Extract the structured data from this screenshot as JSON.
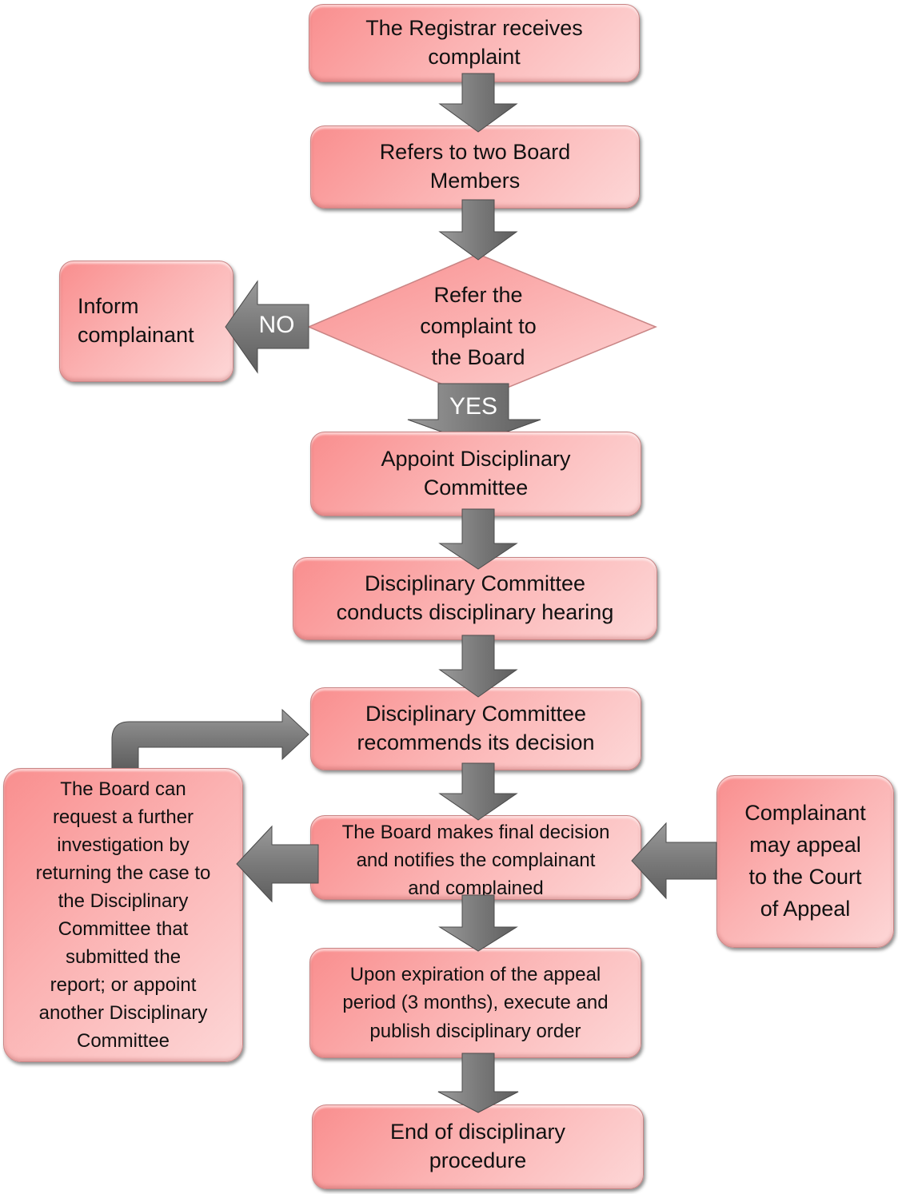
{
  "diagram": {
    "type": "flowchart",
    "colors": {
      "box_fill": "#fbb2b2",
      "box_fill_dark": "#f98e8e",
      "arrow": "#7f7f7f",
      "text": "#111111",
      "arrow_label": "#ffffff"
    },
    "nodes": {
      "receive_complaint": "The Registrar receives\ncomplaint",
      "refer_board_members": "Refers to two Board\nMembers",
      "decision": "Refer the\ncomplaint to\nthe Board",
      "inform_complainant": "Inform\ncomplainant",
      "appoint_committee": "Appoint Disciplinary\nCommittee",
      "conduct_hearing": "Disciplinary Committee\nconducts disciplinary hearing",
      "recommend_decision": "Disciplinary Committee\nrecommends its decision",
      "board_final_decision": "The Board makes final decision\nand notifies the complainant\nand complained",
      "further_investigation": "The Board can\nrequest a further\ninvestigation by\nreturning the case to\nthe Disciplinary\nCommittee that\nsubmitted the\nreport; or appoint\nanother Disciplinary\nCommittee",
      "appeal": "Complainant\nmay appeal\nto the Court\nof Appeal",
      "execute_order": "Upon expiration of the appeal\nperiod (3 months), execute and\npublish disciplinary order",
      "end": "End of disciplinary\nprocedure"
    },
    "edge_labels": {
      "no": "NO",
      "yes": "YES"
    },
    "edges": [
      {
        "from": "receive_complaint",
        "to": "refer_board_members"
      },
      {
        "from": "refer_board_members",
        "to": "decision"
      },
      {
        "from": "decision",
        "to": "inform_complainant",
        "label": "NO"
      },
      {
        "from": "decision",
        "to": "appoint_committee",
        "label": "YES"
      },
      {
        "from": "appoint_committee",
        "to": "conduct_hearing"
      },
      {
        "from": "conduct_hearing",
        "to": "recommend_decision"
      },
      {
        "from": "recommend_decision",
        "to": "board_final_decision"
      },
      {
        "from": "board_final_decision",
        "to": "further_investigation"
      },
      {
        "from": "further_investigation",
        "to": "recommend_decision"
      },
      {
        "from": "appeal",
        "to": "board_final_decision"
      },
      {
        "from": "board_final_decision",
        "to": "execute_order"
      },
      {
        "from": "execute_order",
        "to": "end"
      }
    ]
  }
}
